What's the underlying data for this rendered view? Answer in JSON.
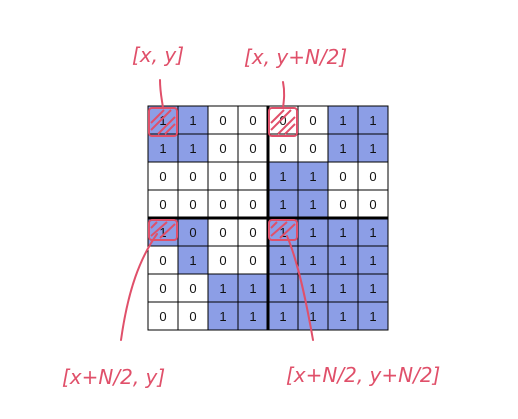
{
  "colors": {
    "fill_one": "#8c9ee6",
    "fill_zero": "#ffffff",
    "grid": "#000000",
    "annotation": "#e0506a"
  },
  "grid": [
    [
      1,
      1,
      0,
      0,
      0,
      0,
      1,
      1
    ],
    [
      1,
      1,
      0,
      0,
      0,
      0,
      1,
      1
    ],
    [
      0,
      0,
      0,
      0,
      1,
      1,
      0,
      0
    ],
    [
      0,
      0,
      0,
      0,
      1,
      1,
      0,
      0
    ],
    [
      1,
      0,
      0,
      0,
      1,
      1,
      1,
      1
    ],
    [
      0,
      1,
      0,
      0,
      1,
      1,
      1,
      1
    ],
    [
      0,
      0,
      1,
      1,
      1,
      1,
      1,
      1
    ],
    [
      0,
      0,
      1,
      1,
      1,
      1,
      1,
      1
    ]
  ],
  "shaded": [
    [
      1,
      1,
      0,
      0,
      0,
      0,
      1,
      1
    ],
    [
      1,
      1,
      0,
      0,
      0,
      0,
      1,
      1
    ],
    [
      0,
      0,
      0,
      0,
      1,
      1,
      0,
      0
    ],
    [
      0,
      0,
      0,
      0,
      1,
      1,
      0,
      0
    ],
    [
      1,
      1,
      0,
      0,
      1,
      1,
      1,
      1
    ],
    [
      0,
      1,
      0,
      0,
      1,
      1,
      1,
      1
    ],
    [
      0,
      0,
      1,
      1,
      1,
      1,
      1,
      1
    ],
    [
      0,
      0,
      1,
      1,
      1,
      1,
      1,
      1
    ]
  ],
  "labels": {
    "top_left": "[x, y]",
    "top_right": "[x, y+N/2]",
    "bottom_left": "[x+N/2, y]",
    "bottom_right": "[x+N/2, y+N/2]"
  }
}
